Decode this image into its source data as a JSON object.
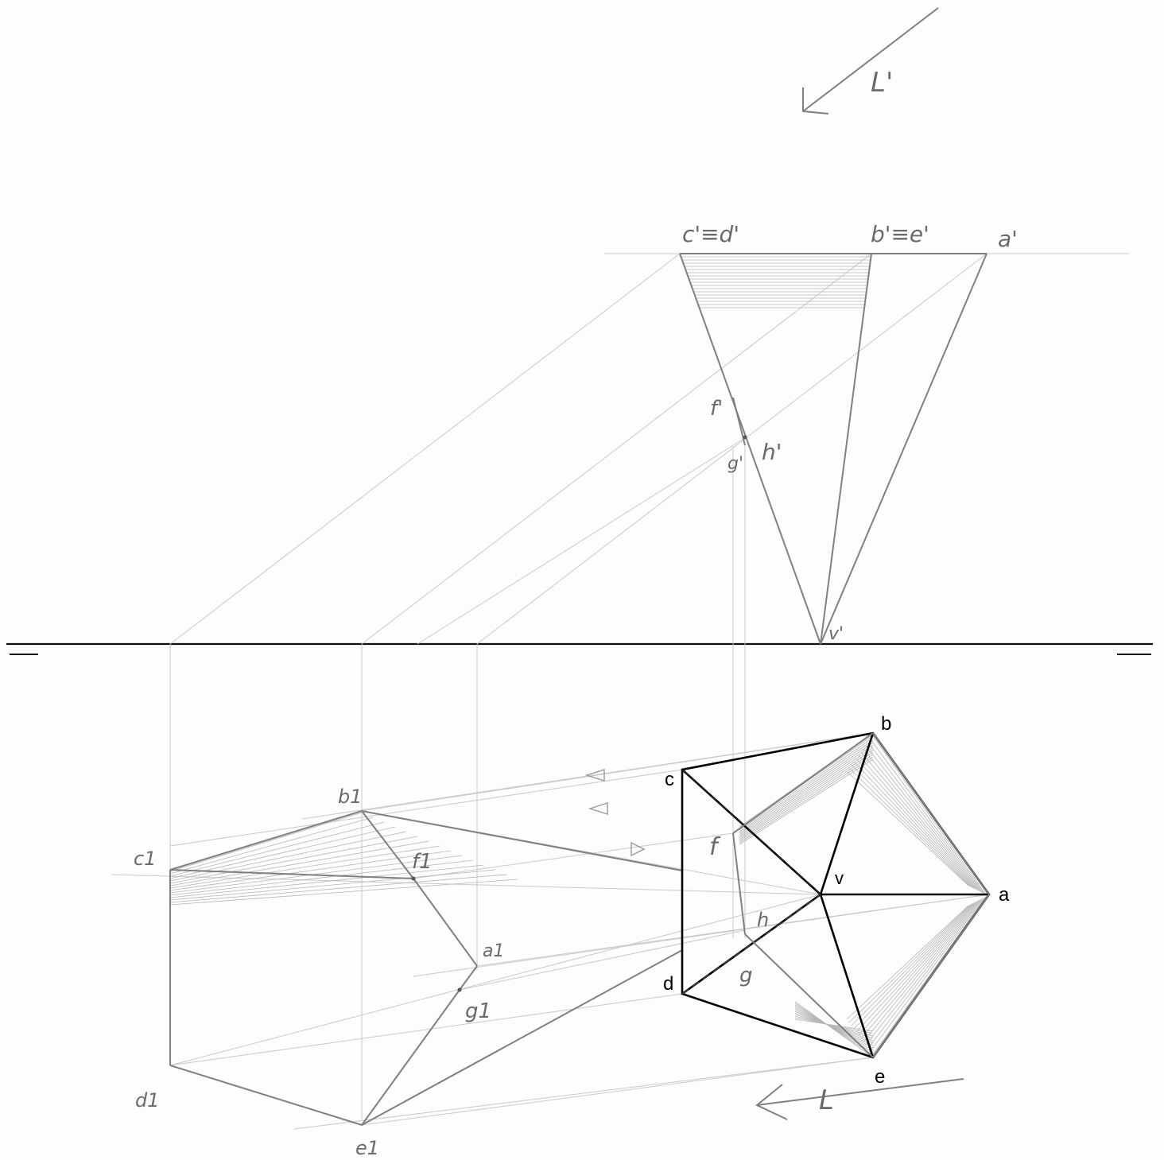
{
  "labels": {
    "light_elevation": "L'",
    "light_plan": "L",
    "c_prime_d_prime": "c'≡d'",
    "b_prime_e_prime": "b'≡e'",
    "a_prime": "a'",
    "f_prime": "f'",
    "g_prime": "g'",
    "h_prime": "h'",
    "v_prime": "v'",
    "a": "a",
    "b": "b",
    "c": "c",
    "d": "d",
    "e": "e",
    "v": "v",
    "f": "f",
    "g": "g",
    "h": "h",
    "a1": "a1",
    "b1": "b1",
    "c1": "c1",
    "d1": "d1",
    "e1": "e1",
    "f1": "f1",
    "g1": "g1"
  },
  "colors": {
    "ink": "#000000",
    "pencil": "#808080",
    "construction": "#c9c9c9"
  }
}
